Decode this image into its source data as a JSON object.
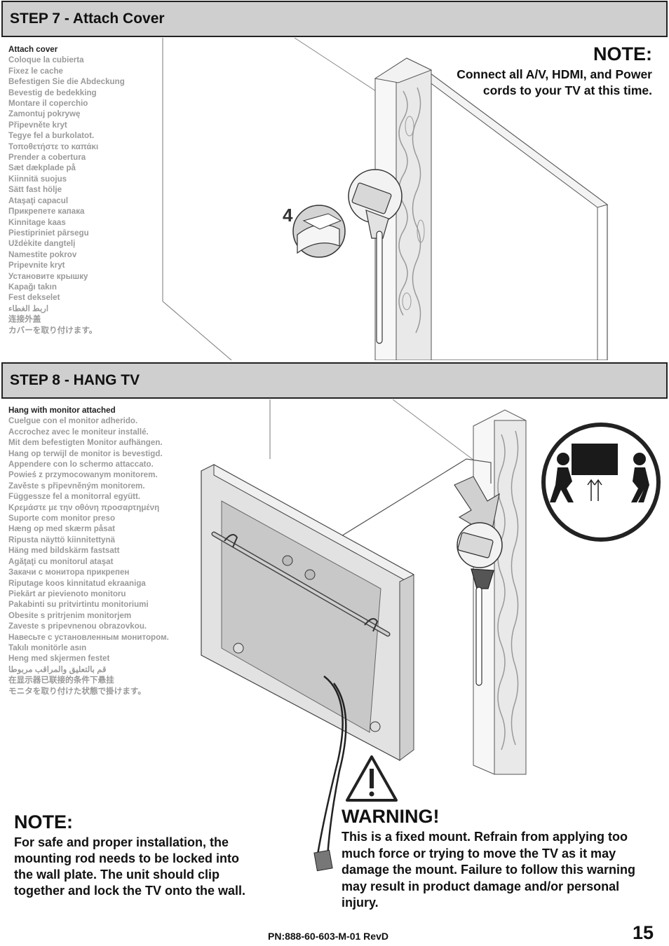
{
  "step7": {
    "title": "STEP 7 - Attach Cover",
    "instructions": [
      "Attach cover",
      "Coloque la cubierta",
      "Fixez le cache",
      "Befestigen Sie die Abdeckung",
      "Bevestig de bedekking",
      "Montare il coperchio",
      "Zamontuj pokrywę",
      "Připevněte kryt",
      "Tegye fel a burkolatot.",
      "Τοποθετήστε το καπάκι",
      "Prender a cobertura",
      "Sæt dækplade på",
      "Kiinnitä suojus",
      "Sätt fast hölje",
      "Ataşaţi capacul",
      "Прикрепете капака",
      "Kinnitage kaas",
      "Piestipriniet pārsegu",
      "Uždėkite dangtelį",
      "Namestite pokrov",
      "Pripevnite kryt",
      "Установите крышку",
      "Kapağı takın",
      "Fest dekselet",
      "اربط الغطاء",
      "连接外盖",
      "カバーを取り付けます。"
    ],
    "callout_number": "4",
    "note": {
      "heading": "NOTE:",
      "lines": [
        "Connect all A/V, HDMI, and Power",
        "cords to your TV at this time."
      ]
    }
  },
  "step8": {
    "title": "STEP 8 - HANG TV",
    "instructions": [
      "Hang with monitor attached",
      "Cuelgue con el monitor adherido.",
      "Accrochez avec le moniteur installé.",
      "Mit dem befestigten Monitor aufhängen.",
      "Hang op terwijl de monitor is bevestigd.",
      "Appendere con lo schermo attaccato.",
      "Powieś z przymocowanym monitorem.",
      "Zavěste s připevněným monitorem.",
      "Függessze fel a monitorral együtt.",
      "Κρεμάστε με την οθόνη προσαρτημένη",
      "Suporte com monitor preso",
      "Hæng op med skærm påsat",
      "Ripusta näyttö kiinnitettynä",
      "Häng med bildskärm fastsatt",
      "Agăţaţi cu monitorul ataşat",
      "Закачи с монитора прикрепен",
      "Riputage koos kinnitatud ekraaniga",
      "Piekārt ar pievienoto monitoru",
      "Pakabinti su pritvirtintu monitoriumi",
      "Obesite s pritrjenim monitorjem",
      "Zaveste s pripevnenou obrazovkou.",
      "Навесьте с установленным монитором.",
      "Takılı monitörle asın",
      "Heng med skjermen festet",
      "قم بالتعليق والمراقب مربوطا",
      "在显示器已联接的条件下悬挂",
      "モニタを取り付けた状態で掛けます。"
    ],
    "note": {
      "heading": "NOTE:",
      "text": "For safe and proper installation, the mounting rod needs to be locked into the wall plate.  The unit should clip together and lock the TV onto the wall."
    },
    "warning": {
      "heading": "WARNING!",
      "text": "This is a fixed mount. Refrain from applying too much force or trying to move the TV as it may damage the mount. Failure to follow this warning may result in product damage and/or personal injury."
    }
  },
  "footer": {
    "part_number": "PN:888-60-603-M-01 RevD",
    "page_number": "15"
  },
  "icons": {
    "wall_plate": "wall-plate-icon",
    "cover": "cover-icon",
    "two_person_lift": "two-person-lift-icon",
    "warning": "warning-triangle-icon"
  }
}
